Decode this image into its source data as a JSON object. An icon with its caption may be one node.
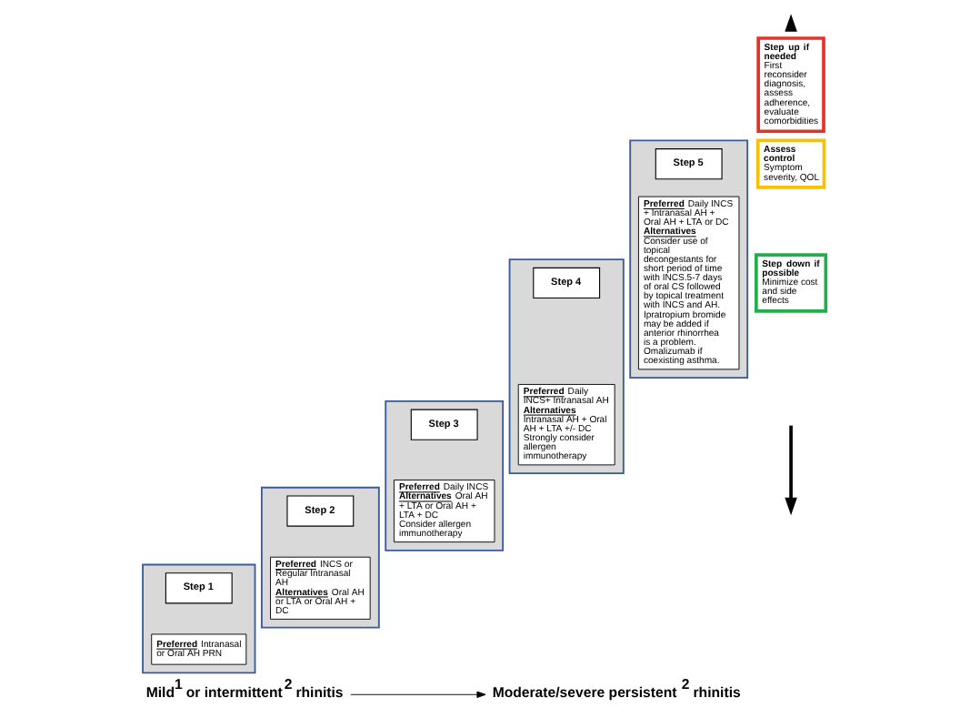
{
  "diagram": {
    "nodes": [
      {
        "text": [],
        "shape": "box"
      },
      {
        "text": [
          "Step 1"
        ],
        "in": 0
      },
      {
        "text": [
          "**Preferred** Intranasal or Oral AH PRN"
        ],
        "in": 0
      },
      {
        "text": [],
        "shape": "box"
      },
      {
        "text": [
          "Step 2"
        ],
        "in": 3
      },
      {
        "text": [
          "**Preferred** INCS or Regular Intranasal AH",
          "**Alternatives** Oral AH or LTA or Oral AH + DC"
        ],
        "in": 3
      },
      {
        "text": [],
        "shape": "box"
      },
      {
        "text": [
          "Step 3"
        ],
        "in": 6
      },
      {
        "text": [
          "**Preferred** Daily INCS",
          "**Alternatives** Oral AH + LTA or Oral AH + LTA + DC",
          "Consider allergen immunotherapy"
        ],
        "in": 6
      },
      {
        "text": [],
        "shape": "box"
      },
      {
        "text": [
          "Step 4"
        ],
        "in": 9
      },
      {
        "text": [
          "**Preferred** Daily INCS+ Intranasal AH",
          "**Alternatives** Intranasal AH + Oral AH + LTA +/- DC",
          "Strongly consider allergen immunotherapy"
        ],
        "in": 9
      },
      {
        "text": [],
        "shape": "box"
      },
      {
        "text": [
          "Step 5"
        ],
        "in": 12
      },
      {
        "text": [
          "**Preferred** Daily INCS + Intranasal AH + Oral AH + LTA or DC",
          "**Alternatives** Consider use of topical decongestants for short period of time with INCS.5-7 days of oral CS followed by topical treatment with INCS and AH. Ipratropium bromide may be added if anterior rhinorrhea is a problem. Omalizumab if coexisting asthma."
        ],
        "in": 12
      },
      {
        "text": [
          "Step up if needed",
          "First reconsider diagnosis, assess adherence, evaluate comorbidities"
        ]
      },
      {
        "text": [
          "Assess control",
          "Symptom severity, QOL"
        ]
      },
      {
        "text": [
          "Step down if possible",
          "Minimize cost and side effects"
        ]
      },
      {
        "text": [
          "Mild$^{1}$ or intermittent$^{2}$ rhinitis"
        ]
      },
      {
        "text": [
          "Moderate/severe persistent$^{2}$ rhinitis"
        ]
      }
    ],
    "edges": [
      {
        "from": 18,
        "to": 19,
        "arrow": "to"
      }
    ]
  }
}
